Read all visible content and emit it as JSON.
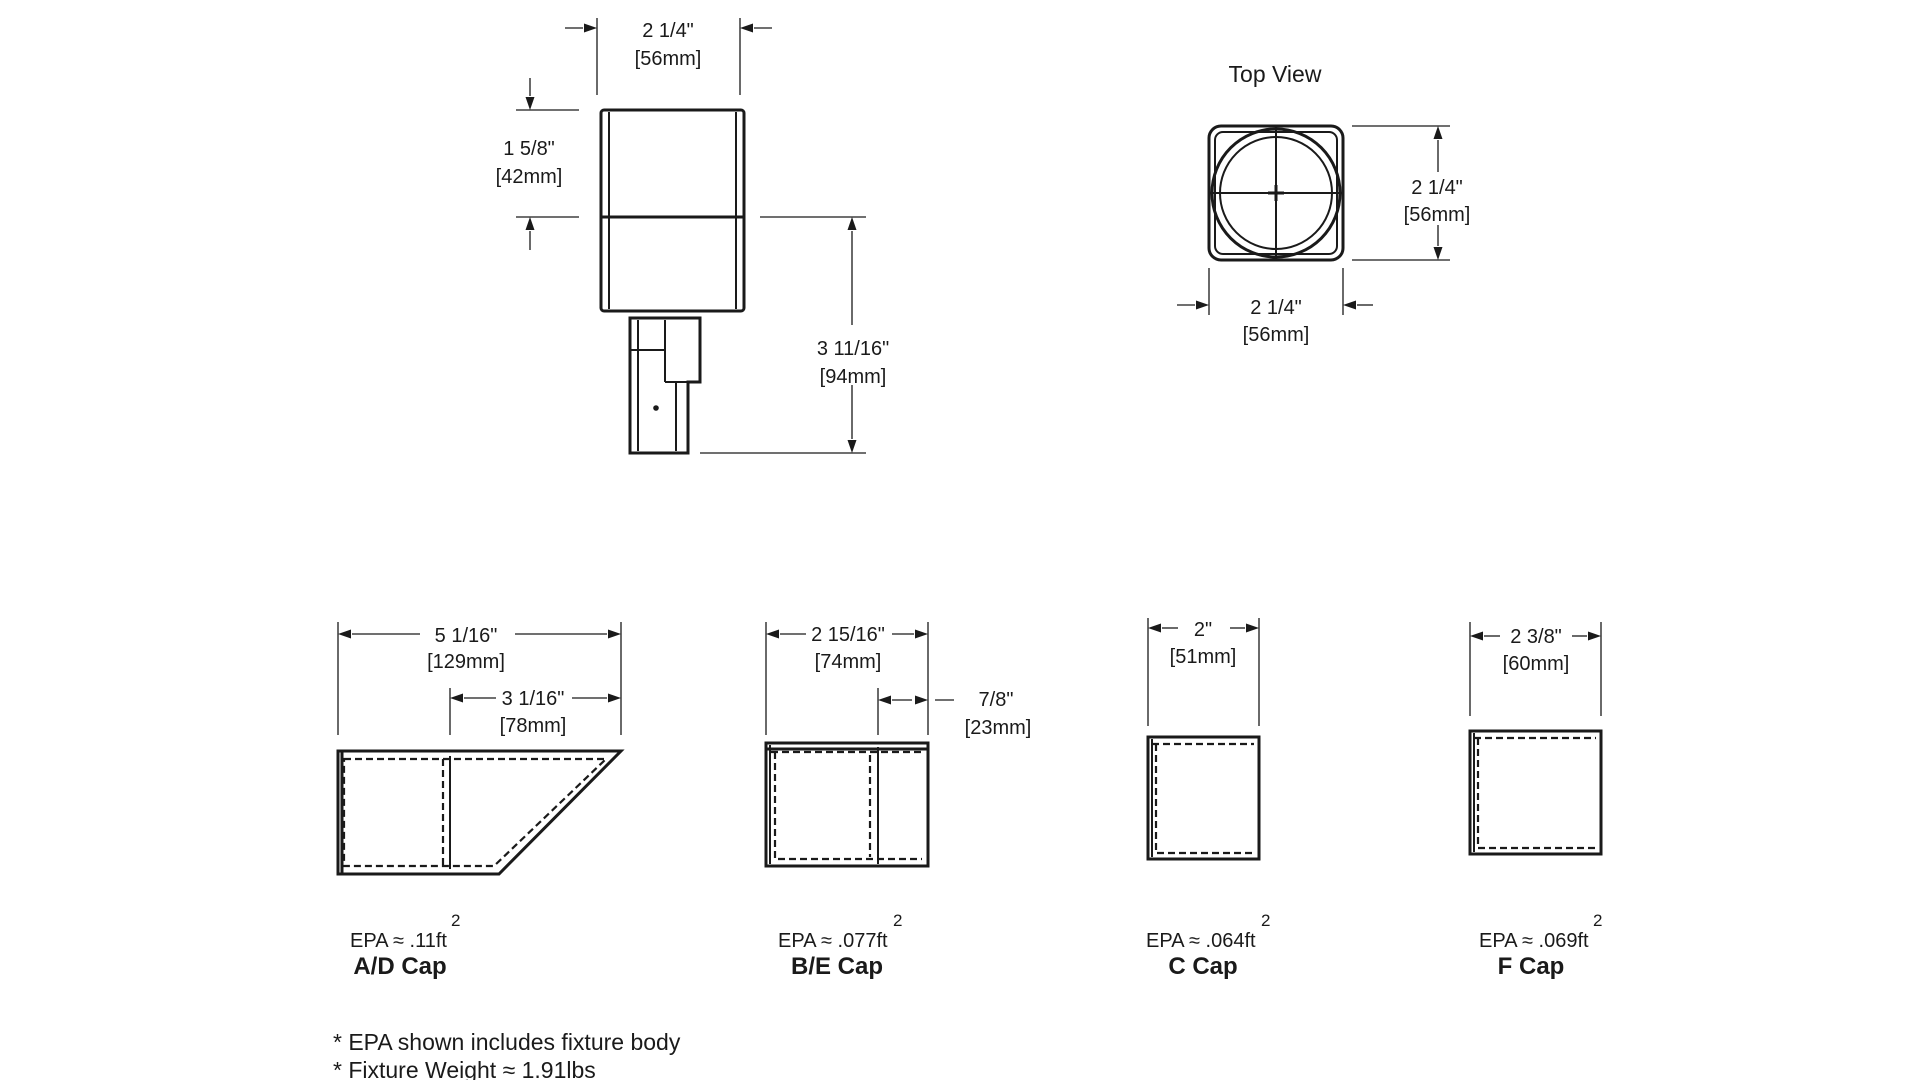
{
  "side_view": {
    "width_in": "2 1/4\"",
    "width_mm": "[56mm]",
    "cap_height_in": "1 5/8\"",
    "cap_height_mm": "[42mm]",
    "body_height_in": "3 11/16\"",
    "body_height_mm": "[94mm]"
  },
  "top_view": {
    "title": "Top View",
    "height_in": "2 1/4\"",
    "height_mm": "[56mm]",
    "width_in": "2 1/4\"",
    "width_mm": "[56mm]"
  },
  "caps": [
    {
      "name": "A/D Cap",
      "epa": "EPA ≈ .11ft",
      "epa_sup": "2",
      "overall_in": "5 1/16\"",
      "overall_mm": "[129mm]",
      "inner_in": "3 1/16\"",
      "inner_mm": "[78mm]"
    },
    {
      "name": "B/E Cap",
      "epa": "EPA ≈ .077ft",
      "epa_sup": "2",
      "overall_in": "2 15/16\"",
      "overall_mm": "[74mm]",
      "inner_in": "7/8\"",
      "inner_mm": "[23mm]"
    },
    {
      "name": "C Cap",
      "epa": "EPA ≈ .064ft",
      "epa_sup": "2",
      "overall_in": "2\"",
      "overall_mm": "[51mm]"
    },
    {
      "name": "F Cap",
      "epa": "EPA ≈ .069ft",
      "epa_sup": "2",
      "overall_in": "2 3/8\"",
      "overall_mm": "[60mm]"
    }
  ],
  "notes": [
    "* EPA shown includes fixture body",
    "* Fixture Weight ≈ 1.91lbs"
  ]
}
